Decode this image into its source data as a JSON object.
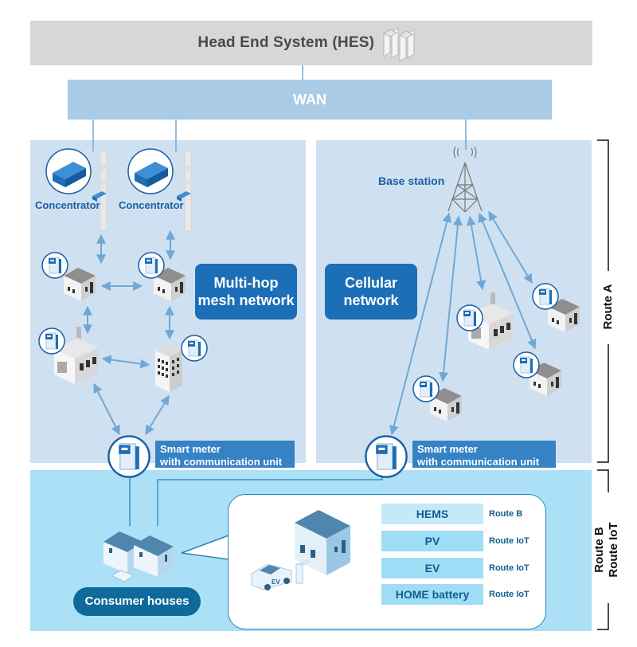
{
  "hes": {
    "title": "Head End System (HES)",
    "icon": "server-rack-icon"
  },
  "wan": {
    "title": "WAN"
  },
  "mesh": {
    "concentrators": [
      {
        "label": "Concentrator"
      },
      {
        "label": "Concentrator"
      }
    ],
    "network_label": "Multi-hop mesh network",
    "network_label_lines": [
      "Multi-hop",
      "mesh network"
    ],
    "smart_meter_label_lines": [
      "Smart meter",
      "with communication unit"
    ]
  },
  "cellular": {
    "base_station_label": "Base station",
    "network_label_lines": [
      "Cellular",
      "network"
    ],
    "smart_meter_label_lines": [
      "Smart meter",
      "with communication unit"
    ]
  },
  "consumer": {
    "label": "Consumer houses",
    "devices": [
      {
        "name": "HEMS",
        "route": "Route B"
      },
      {
        "name": "PV",
        "route": "Route IoT"
      },
      {
        "name": "EV",
        "route": "Route IoT"
      },
      {
        "name": "HOME battery",
        "route": "Route IoT"
      }
    ],
    "ev_text": "EV"
  },
  "routes": {
    "route_a": "Route A",
    "route_b_lines": [
      "Route B",
      "Route IoT"
    ]
  },
  "colors": {
    "hes_bg": "#d6d7d9",
    "wan_bg": "#a9cbe5",
    "panel_bg": "#cfe1f0",
    "consumer_bg": "#abe0f6",
    "network_label_bg": "#1c6eb7",
    "smart_meter_label_bg": "#3582c4",
    "consumer_button_bg": "#0f6a9c",
    "arrow": "#6fa8d6"
  }
}
